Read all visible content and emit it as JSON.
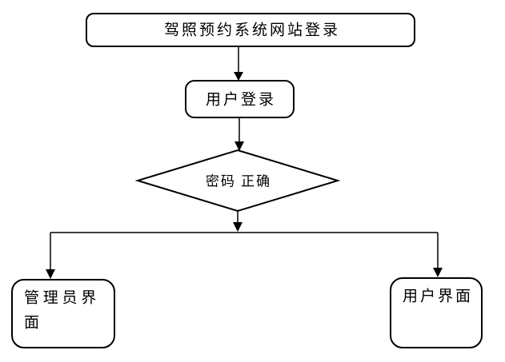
{
  "diagram": {
    "type": "flowchart",
    "background_color": "#ffffff",
    "shape_fill_color": "#ffffff",
    "line_color": "#000000",
    "nodes": {
      "start": {
        "id": "start",
        "shape": "rounded-rect",
        "label": "驾照预约系统网站登录"
      },
      "user_login": {
        "id": "user-login",
        "shape": "rounded-rect",
        "label": "用户登录"
      },
      "password_check": {
        "id": "password-check",
        "shape": "decision-diamond",
        "label": "密码 正确"
      },
      "admin_interface": {
        "id": "admin-interface",
        "shape": "rounded-rect",
        "lines": {
          "0": "管 理 员 界",
          "1": "面"
        }
      },
      "user_interface": {
        "id": "user-interface",
        "shape": "rounded-rect",
        "label": "用户界面"
      }
    },
    "edges": [
      {
        "from": "start",
        "to": "user-login",
        "arrow": "down"
      },
      {
        "from": "user-login",
        "to": "password-check",
        "arrow": "down"
      },
      {
        "from": "password-check",
        "to": "admin-interface",
        "arrow": "branch-left-down"
      },
      {
        "from": "password-check",
        "to": "user-interface",
        "arrow": "branch-right-down"
      }
    ]
  }
}
